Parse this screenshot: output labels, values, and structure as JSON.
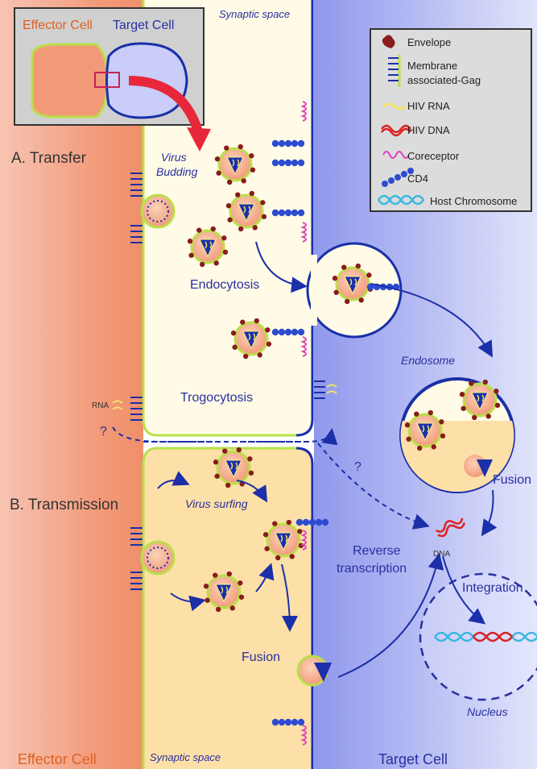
{
  "inset": {
    "effector_label": "Effector Cell",
    "target_label": "Target Cell"
  },
  "regions": {
    "synaptic_space_top": "Synaptic space",
    "synaptic_space_bottom": "Synaptic space",
    "effector_cell_bottom": "Effector Cell",
    "target_cell_bottom": "Target Cell"
  },
  "sections": {
    "transfer": "A. Transfer",
    "transmission": "B. Transmission"
  },
  "processes": {
    "virus_budding_1": "Virus",
    "virus_budding_2": "Budding",
    "endocytosis": "Endocytosis",
    "trogocytosis": "Trogocytosis",
    "endosome": "Endosome",
    "fusion_endosome": "Fusion",
    "virus_surfing": "Virus surfing",
    "reverse_1": "Reverse",
    "reverse_2": "transcription",
    "fusion_membrane": "Fusion",
    "integration": "Integration",
    "nucleus": "Nucleus",
    "rna_label": "RNA",
    "dna_label": "DNA",
    "question_1": "?",
    "question_2": "?"
  },
  "legend": {
    "items": [
      {
        "label": "Envelope",
        "icon": "envelope-icon"
      },
      {
        "label": "Membrane",
        "icon": "gag-icon"
      },
      {
        "label": "associated-Gag",
        "icon": ""
      },
      {
        "label": "HIV RNA",
        "icon": "rna-icon"
      },
      {
        "label": "HIV DNA",
        "icon": "dna-icon"
      },
      {
        "label": "Coreceptor",
        "icon": "coreceptor-icon"
      },
      {
        "label": "CD4",
        "icon": "cd4-icon"
      },
      {
        "label": "Host Chromosome",
        "icon": "chromosome-icon"
      }
    ]
  },
  "colors": {
    "effector": "#f39a79",
    "synapse": "#fffbe6",
    "synapse_bottom": "#fde0a8",
    "target": "#c9cdf7",
    "membrane_green": "#b9e04a",
    "membrane_blue": "#1a2fa8",
    "arrow_red": "#e8283a",
    "label_blue": "#2a2fa0",
    "label_orange": "#e06020"
  }
}
